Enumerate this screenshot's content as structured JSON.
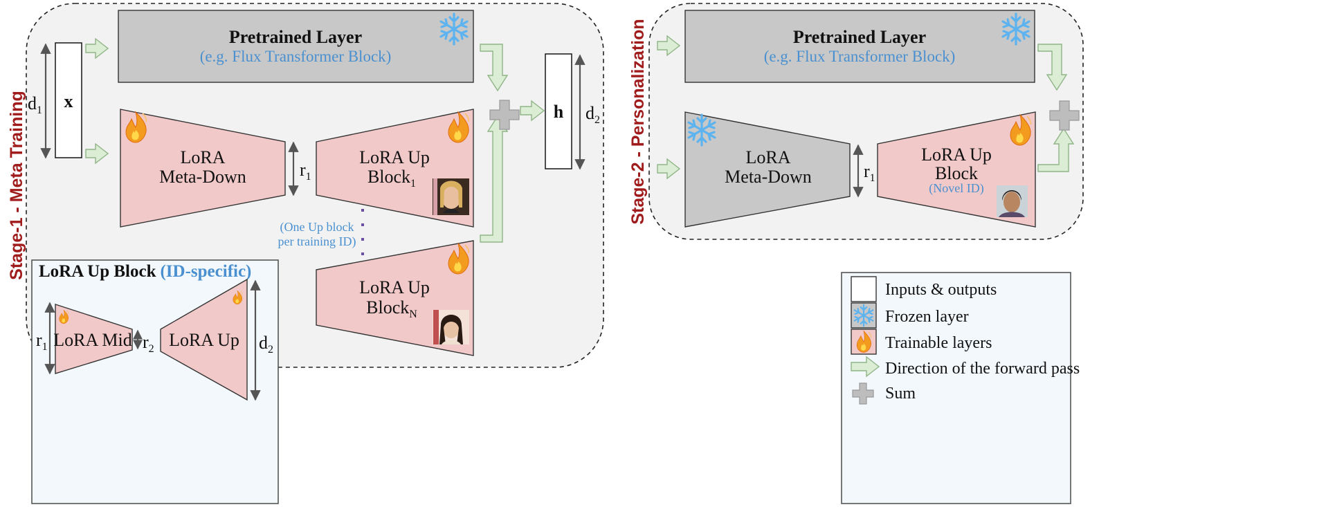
{
  "stage1": {
    "label": "Stage-1  -  Meta Training",
    "pretrained_title": "Pretrained Layer",
    "pretrained_sub": "(e.g. Flux Transformer Block)",
    "input_label": "x",
    "output_label": "h",
    "dim_d1": "d",
    "dim_d1_sub": "1",
    "dim_d2": "d",
    "dim_d2_sub": "2",
    "dim_r1": "r",
    "dim_r1_sub": "1",
    "meta_down_line1": "LoRA",
    "meta_down_line2": "Meta-Down",
    "up1_line1": "LoRA Up",
    "up1_line2": "Block",
    "up1_sub": "1",
    "upN_line1": "LoRA Up",
    "upN_line2": "Block",
    "upN_sub": "N",
    "note_line1": "(One Up block",
    "note_line2": "per training ID)"
  },
  "inset": {
    "title": "LoRA Up Block",
    "title_highlight": "(ID-specific)",
    "mid_label": "LoRA Mid",
    "up_label": "LoRA Up",
    "dim_r1": "r",
    "dim_r1_sub": "1",
    "dim_r2": "r",
    "dim_r2_sub": "2",
    "dim_d2": "d",
    "dim_d2_sub": "2"
  },
  "stage2": {
    "label": "Stage-2 - Personalization",
    "pretrained_title": "Pretrained Layer",
    "pretrained_sub": "(e.g. Flux Transformer Block)",
    "meta_down_line1": "LoRA",
    "meta_down_line2": "Meta-Down",
    "up_line1": "LoRA Up",
    "up_line2": "Block",
    "up_note": "(Novel ID)",
    "dim_r1": "r",
    "dim_r1_sub": "1"
  },
  "legend": {
    "items": [
      {
        "label": "Inputs & outputs",
        "icon": "white-box"
      },
      {
        "label": "Frozen layer",
        "icon": "snowflake-icon"
      },
      {
        "label": "Trainable layers",
        "icon": "flame-icon"
      },
      {
        "label": "Direction of the forward pass",
        "icon": "arrow-icon"
      },
      {
        "label": "Sum",
        "icon": "plus-icon"
      }
    ]
  },
  "colors": {
    "frozen_fill": "#c8c8c8",
    "trainable_fill": "#f2c9c9",
    "arrow_fill": "#dcedd6",
    "arrow_stroke": "#8fb486",
    "subtitle_blue": "#4a90d0",
    "stage_red": "#a01c1c",
    "inset_bg": "#f3f8fc"
  }
}
